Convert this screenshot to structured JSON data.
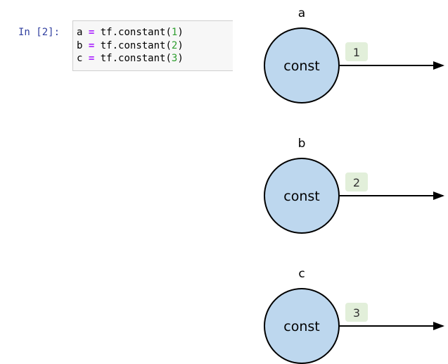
{
  "cell": {
    "prompt": "In [2]:",
    "lines": [
      {
        "var": "a",
        "op": "=",
        "call": "tf.constant(",
        "arg": "1",
        "close": ")"
      },
      {
        "var": "b",
        "op": "=",
        "call": "tf.constant(",
        "arg": "2",
        "close": ")"
      },
      {
        "var": "c",
        "op": "=",
        "call": "tf.constant(",
        "arg": "3",
        "close": ")"
      }
    ]
  },
  "graph": {
    "node_fill": "#bdd7ee",
    "badge_fill": "#e2efda",
    "nodes": [
      {
        "name": "a",
        "op": "const",
        "value": "1"
      },
      {
        "name": "b",
        "op": "const",
        "value": "2"
      },
      {
        "name": "c",
        "op": "const",
        "value": "3"
      }
    ]
  }
}
